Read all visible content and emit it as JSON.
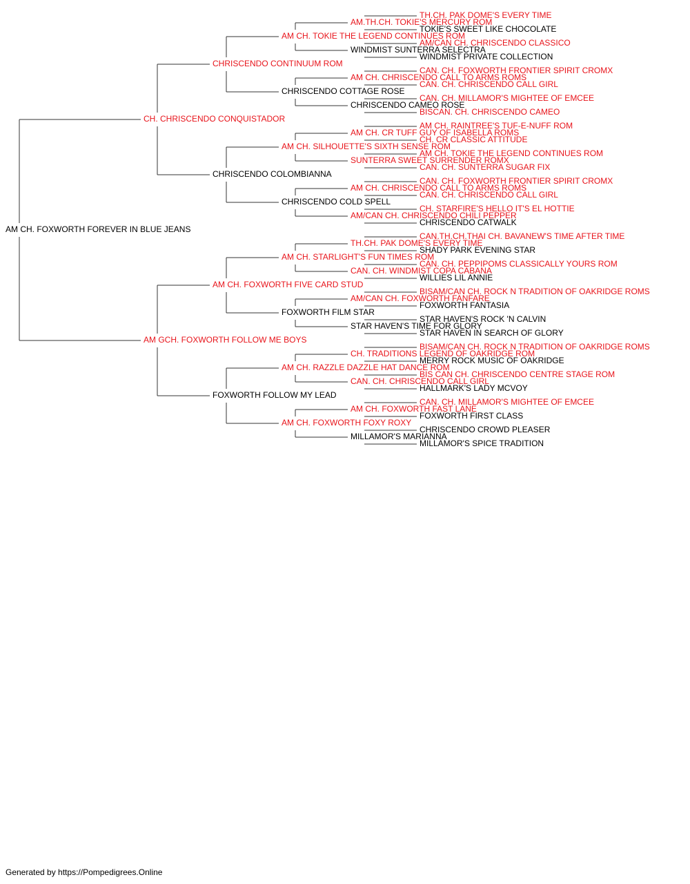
{
  "colors": {
    "champion": "#e8141b",
    "regular": "#000000",
    "connector": "#333333"
  },
  "pedigree": {
    "name": "AM CH. FOXWORTH FOREVER IN BLUE JEANS",
    "champion": false,
    "sire": {
      "name": "CH. CHRISCENDO CONQUISTADOR",
      "champion": true,
      "sire": {
        "name": "CHRISCENDO CONTINUUM ROM",
        "champion": true,
        "sire": {
          "name": "AM CH. TOKIE THE LEGEND CONTINUES ROM",
          "champion": true,
          "sire": {
            "name": "AM.TH.CH. TOKIE'S MERCURY ROM",
            "champion": true,
            "sire": {
              "name": "TH.CH. PAK DOME'S EVERY TIME",
              "champion": true
            },
            "dam": {
              "name": "TOKIE'S SWEET LIKE CHOCOLATE",
              "champion": false
            }
          },
          "dam": {
            "name": "WINDMIST SUNTERRA SELECTRA",
            "champion": false,
            "sire": {
              "name": "AM/CAN CH. CHRISCENDO CLASSICO",
              "champion": true
            },
            "dam": {
              "name": "WINDMIST PRIVATE COLLECTION",
              "champion": false
            }
          }
        },
        "dam": {
          "name": "CHRISCENDO COTTAGE ROSE",
          "champion": false,
          "sire": {
            "name": "AM CH. CHRISCENDO CALL TO ARMS ROMS",
            "champion": true,
            "sire": {
              "name": "CAN. CH. FOXWORTH FRONTIER SPIRIT CROMX",
              "champion": true
            },
            "dam": {
              "name": "CAN. CH. CHRISCENDO CALL GIRL",
              "champion": true
            }
          },
          "dam": {
            "name": "CHRISCENDO CAMEO ROSE",
            "champion": false,
            "sire": {
              "name": "CAN. CH. MILLAMOR'S MIGHTEE OF EMCEE",
              "champion": true
            },
            "dam": {
              "name": "BISCAN. CH. CHRISCENDO CAMEO",
              "champion": true
            }
          }
        }
      },
      "dam": {
        "name": "CHRISCENDO COLOMBIANNA",
        "champion": false,
        "sire": {
          "name": "AM CH. SILHOUETTE'S SIXTH SENSE ROM",
          "champion": true,
          "sire": {
            "name": "AM CH. CR TUFF GUY OF ISABELLA ROMS",
            "champion": true,
            "sire": {
              "name": "AM CH. RAINTREE'S TUF-E-NUFF ROM",
              "champion": true
            },
            "dam": {
              "name": "CH. CR CLASSIC ATTITUDE",
              "champion": true
            }
          },
          "dam": {
            "name": "SUNTERRA SWEET SURRENDER ROMX",
            "champion": true,
            "sire": {
              "name": "AM CH. TOKIE THE LEGEND CONTINUES ROM",
              "champion": true
            },
            "dam": {
              "name": "CAN. CH. SUNTERRA SUGAR FIX",
              "champion": true
            }
          }
        },
        "dam": {
          "name": "CHRISCENDO COLD SPELL",
          "champion": false,
          "sire": {
            "name": "AM CH. CHRISCENDO CALL TO ARMS ROMS",
            "champion": true,
            "sire": {
              "name": "CAN. CH. FOXWORTH FRONTIER SPIRIT CROMX",
              "champion": true
            },
            "dam": {
              "name": "CAN. CH. CHRISCENDO CALL GIRL",
              "champion": true
            }
          },
          "dam": {
            "name": "AM/CAN CH. CHRISCENDO CHILI PEPPER",
            "champion": true,
            "sire": {
              "name": "CH. STARFIRE'S HELLO IT'S EL HOTTIE",
              "champion": true
            },
            "dam": {
              "name": "CHRISCENDO CATWALK",
              "champion": false
            }
          }
        }
      }
    },
    "dam": {
      "name": "AM GCH. FOXWORTH FOLLOW ME BOYS",
      "champion": true,
      "sire": {
        "name": "AM CH. FOXWORTH FIVE CARD STUD",
        "champion": true,
        "sire": {
          "name": "AM CH. STARLIGHT'S FUN TIMES ROM",
          "champion": true,
          "sire": {
            "name": "TH.CH. PAK DOME'S EVERY TIME",
            "champion": true,
            "sire": {
              "name": "CAN.TH.CH.THAI CH. BAVANEW'S TIME AFTER TIME",
              "champion": true
            },
            "dam": {
              "name": "SHADY PARK EVENING STAR",
              "champion": false
            }
          },
          "dam": {
            "name": "CAN. CH. WINDMIST COPA CABANA",
            "champion": true,
            "sire": {
              "name": "CAN. CH. PEPPIPOMS CLASSICALLY YOURS ROM",
              "champion": true
            },
            "dam": {
              "name": "WILLIES LIL ANNIE",
              "champion": false
            }
          }
        },
        "dam": {
          "name": "FOXWORTH FILM STAR",
          "champion": false,
          "sire": {
            "name": "AM/CAN CH. FOXWORTH FANFARE",
            "champion": true,
            "sire": {
              "name": "BISAM/CAN CH. ROCK N TRADITION OF OAKRIDGE ROMS",
              "champion": true
            },
            "dam": {
              "name": "FOXWORTH FANTASIA",
              "champion": false
            }
          },
          "dam": {
            "name": "STAR HAVEN'S TIME FOR GLORY",
            "champion": false,
            "sire": {
              "name": "STAR HAVEN'S ROCK 'N CALVIN",
              "champion": false
            },
            "dam": {
              "name": "STAR HAVEN IN SEARCH OF GLORY",
              "champion": false
            }
          }
        }
      },
      "dam": {
        "name": "FOXWORTH FOLLOW MY LEAD",
        "champion": false,
        "sire": {
          "name": "AM CH. RAZZLE DAZZLE HAT DANCE ROM",
          "champion": true,
          "sire": {
            "name": "CH. TRADITIONS LEGEND OF OAKRIDGE ROM",
            "champion": true,
            "sire": {
              "name": "BISAM/CAN CH. ROCK N TRADITION OF OAKRIDGE ROMS",
              "champion": true
            },
            "dam": {
              "name": "MERRY ROCK MUSIC OF OAKRIDGE",
              "champion": false
            }
          },
          "dam": {
            "name": "CAN. CH. CHRISCENDO CALL GIRL",
            "champion": true,
            "sire": {
              "name": "BIS CAN CH. CHRISCENDO CENTRE STAGE ROM",
              "champion": true
            },
            "dam": {
              "name": "HALLMARK'S LADY MCVOY",
              "champion": false
            }
          }
        },
        "dam": {
          "name": "AM CH. FOXWORTH FOXY ROXY",
          "champion": true,
          "sire": {
            "name": "AM CH. FOXWORTH FAST LANE",
            "champion": true,
            "sire": {
              "name": "CAN. CH. MILLAMOR'S MIGHTEE OF EMCEE",
              "champion": true
            },
            "dam": {
              "name": "FOXWORTH FIRST CLASS",
              "champion": false
            }
          },
          "dam": {
            "name": "MILLAMOR'S MARIANNA",
            "champion": false,
            "sire": {
              "name": "CHRISCENDO CROWD PLEASER",
              "champion": false
            },
            "dam": {
              "name": "MILLAMOR'S SPICE TRADITION",
              "champion": false
            }
          }
        }
      }
    }
  },
  "footer": {
    "text": "Generated by https://Pompedigrees.Online"
  }
}
